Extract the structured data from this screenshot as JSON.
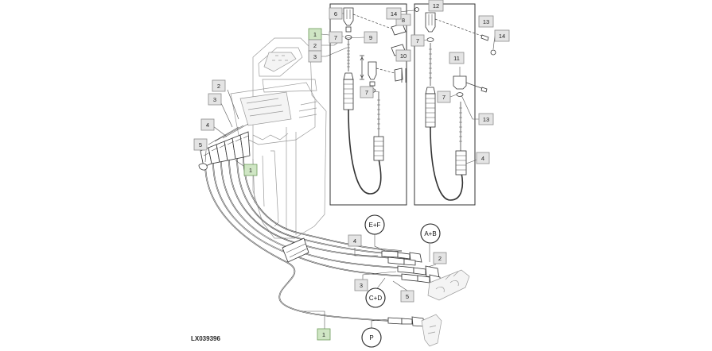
{
  "image_code": "LX039396",
  "callouts": [
    {
      "id": "c1-top",
      "label": "1",
      "highlight": true
    },
    {
      "id": "c2-top",
      "label": "2",
      "highlight": false
    },
    {
      "id": "c3-top",
      "label": "3",
      "highlight": false
    },
    {
      "id": "c6",
      "label": "6",
      "highlight": false
    },
    {
      "id": "c7-a",
      "label": "7",
      "highlight": false
    },
    {
      "id": "c8",
      "label": "8",
      "highlight": false
    },
    {
      "id": "c9",
      "label": "9",
      "highlight": false
    },
    {
      "id": "c10",
      "label": "10",
      "highlight": false
    },
    {
      "id": "c7-b",
      "label": "7",
      "highlight": false
    },
    {
      "id": "c14-a",
      "label": "14",
      "highlight": false
    },
    {
      "id": "c12",
      "label": "12",
      "highlight": false
    },
    {
      "id": "c7-c",
      "label": "7",
      "highlight": false
    },
    {
      "id": "c13-a",
      "label": "13",
      "highlight": false
    },
    {
      "id": "c14-b",
      "label": "14",
      "highlight": false
    },
    {
      "id": "c11",
      "label": "11",
      "highlight": false
    },
    {
      "id": "c7-d",
      "label": "7",
      "highlight": false
    },
    {
      "id": "c13-b",
      "label": "13",
      "highlight": false
    },
    {
      "id": "c4-right",
      "label": "4",
      "highlight": false
    },
    {
      "id": "c2-left",
      "label": "2",
      "highlight": false
    },
    {
      "id": "c3-left",
      "label": "3",
      "highlight": false
    },
    {
      "id": "c4-left",
      "label": "4",
      "highlight": false
    },
    {
      "id": "c5-left",
      "label": "5",
      "highlight": false
    },
    {
      "id": "c1-mid",
      "label": "1",
      "highlight": true
    },
    {
      "id": "c4-bottom",
      "label": "4",
      "highlight": false
    },
    {
      "id": "c2-right",
      "label": "2",
      "highlight": false
    },
    {
      "id": "c3-bottom",
      "label": "3",
      "highlight": false
    },
    {
      "id": "c5-bottom",
      "label": "5",
      "highlight": false
    },
    {
      "id": "c1-bottom",
      "label": "1",
      "highlight": true
    }
  ],
  "group_labels": [
    {
      "id": "g-ef",
      "label": "E+F"
    },
    {
      "id": "g-ab",
      "label": "A+B"
    },
    {
      "id": "g-cd",
      "label": "C+D"
    },
    {
      "id": "g-p",
      "label": "P"
    }
  ]
}
